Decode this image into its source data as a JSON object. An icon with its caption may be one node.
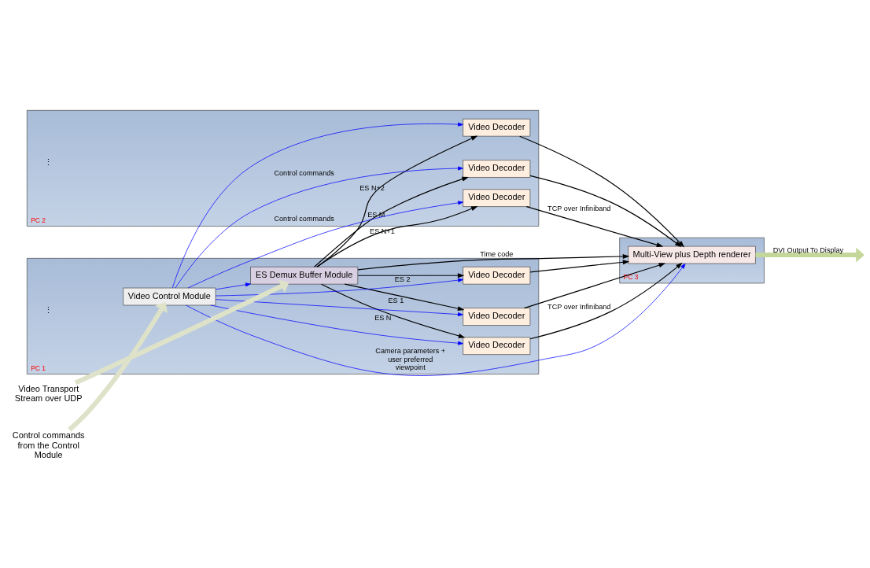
{
  "diagram": {
    "nodes": [
      {
        "text": [
          "PC 1"
        ]
      },
      {
        "text": [
          "ES Demux Buffer Module"
        ],
        "in": 0
      },
      {
        "text": [
          "Video Control Module"
        ],
        "in": 0
      },
      {
        "text": [
          "Video Decoder"
        ],
        "in": 0
      },
      {
        "text": [
          "Video Decoder"
        ],
        "in": 0
      },
      {
        "text": [
          "Video Decoder"
        ],
        "in": 0
      },
      {
        "text": [
          "PC 2"
        ]
      },
      {
        "text": [
          "Video Decoder"
        ],
        "in": 6
      },
      {
        "text": [
          "Video Decoder"
        ],
        "in": 6
      },
      {
        "text": [
          "Video Decoder"
        ],
        "in": 6
      },
      {
        "text": [
          "PC 3"
        ]
      },
      {
        "text": [
          "Multi-View plus Depth renderer"
        ],
        "in": 10
      },
      {
        "text": [
          "Video Transport Stream over UDP"
        ]
      },
      {
        "text": [
          "Control commands from the Control Module"
        ]
      }
    ],
    "edges": [
      {
        "from": 12,
        "to": 1,
        "arrow": "to",
        "style": "thick",
        "color": "#dde2c8"
      },
      {
        "from": 13,
        "to": 2,
        "arrow": "to",
        "style": "thick",
        "color": "#dde2c8"
      },
      {
        "from": 2,
        "to": 1,
        "arrow": "to",
        "color": "#0000ff"
      },
      {
        "from": 1,
        "to": 11,
        "arrow": "to",
        "label": "Time code"
      },
      {
        "from": 1,
        "to": 3,
        "arrow": "to",
        "label": "ES 1"
      },
      {
        "from": 1,
        "to": 4,
        "arrow": "to",
        "label": "ES 2"
      },
      {
        "from": 1,
        "to": 5,
        "arrow": "to",
        "label": "ES N"
      },
      {
        "from": 1,
        "to": 7,
        "arrow": "to",
        "label": "ES N+1"
      },
      {
        "from": 1,
        "to": 8,
        "arrow": "to",
        "label": "ES N+2"
      },
      {
        "from": 1,
        "to": 9,
        "arrow": "to",
        "label": "ES M"
      },
      {
        "from": 2,
        "to": 3,
        "arrow": "to",
        "color": "#0000ff"
      },
      {
        "from": 2,
        "to": 4,
        "arrow": "to",
        "color": "#0000ff"
      },
      {
        "from": 2,
        "to": 5,
        "arrow": "to",
        "color": "#0000ff"
      },
      {
        "from": 2,
        "to": 7,
        "arrow": "to",
        "color": "#0000ff",
        "label": "Control commands"
      },
      {
        "from": 2,
        "to": 8,
        "arrow": "to",
        "color": "#0000ff"
      },
      {
        "from": 2,
        "to": 9,
        "arrow": "to",
        "color": "#0000ff",
        "label": "Control commands"
      },
      {
        "from": 2,
        "to": 11,
        "arrow": "to",
        "color": "#0000ff",
        "label": "Camera parameters + user preferred viewpoint"
      },
      {
        "from": 3,
        "to": 11,
        "arrow": "to"
      },
      {
        "from": 4,
        "to": 11,
        "arrow": "to"
      },
      {
        "from": 5,
        "to": 11,
        "arrow": "to",
        "label": "TCP over Infiniband"
      },
      {
        "from": 7,
        "to": 11,
        "arrow": "to",
        "label": "TCP over Infiniband"
      },
      {
        "from": 8,
        "to": 11,
        "arrow": "to"
      },
      {
        "from": 9,
        "to": 11,
        "arrow": "to"
      },
      {
        "from": 11,
        "to": null,
        "arrow": "to",
        "style": "thick",
        "color": "#c4d79b",
        "label": "DVI Output To Display"
      }
    ],
    "labels": [
      "⋮",
      "⋮"
    ]
  }
}
